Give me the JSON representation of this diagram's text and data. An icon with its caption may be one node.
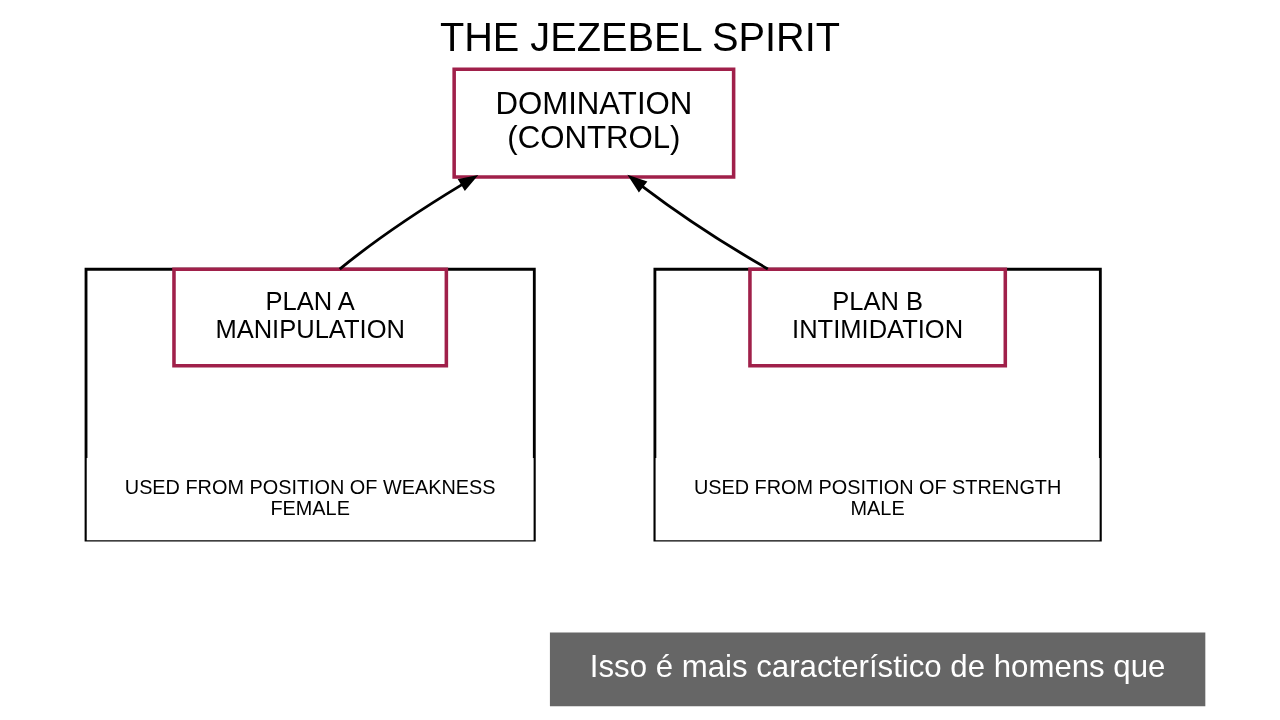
{
  "diagram": {
    "title": "THE JEZEBEL SPIRIT",
    "caption": "Isso é mais característico de homens que",
    "nodes": [
      {
        "text": [
          "DOMINATION",
          "(CONTROL)"
        ]
      },
      {
        "text": [],
        "shape": "box"
      },
      {
        "text": [
          "PLAN A",
          "MANIPULATION"
        ],
        "in": 1
      },
      {
        "text": [
          "USED FROM POSITION OF WEAKNESS",
          "FEMALE"
        ],
        "in": 1
      },
      {
        "text": [],
        "shape": "box"
      },
      {
        "text": [
          "PLAN B",
          "INTIMIDATION"
        ],
        "in": 4
      },
      {
        "text": [
          "USED FROM POSITION OF STRENGTH",
          "MALE"
        ],
        "in": 4
      }
    ],
    "edges": [
      {
        "from": 1,
        "to": 0,
        "arrow": "to"
      },
      {
        "from": 4,
        "to": 0,
        "arrow": "to"
      }
    ]
  }
}
